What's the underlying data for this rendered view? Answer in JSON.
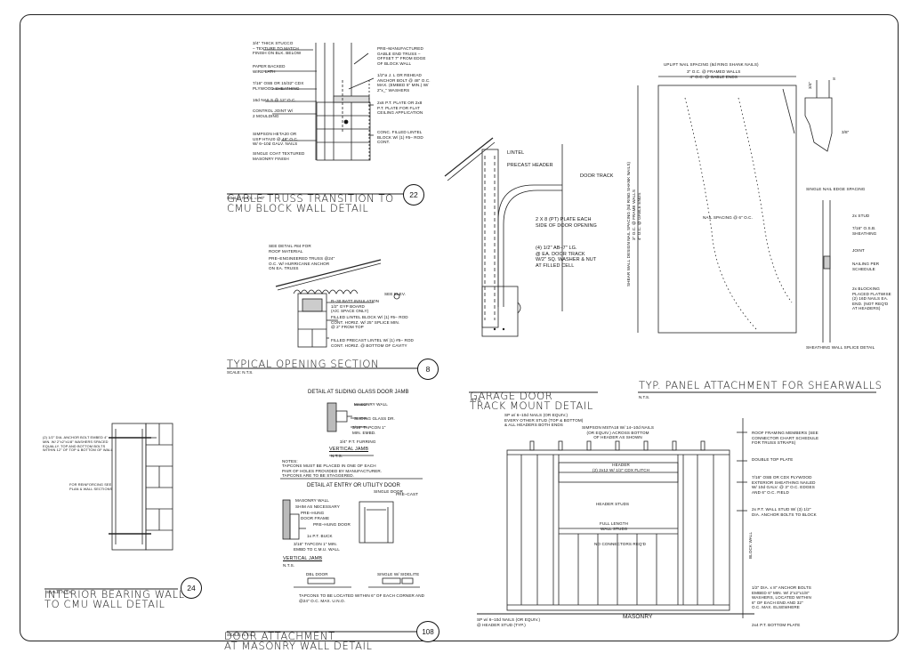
{
  "gable": {
    "title_lines": [
      "GABLE TRUSS TRANSITION TO",
      "CMU BLOCK WALL DETAIL"
    ],
    "scale": "SCALE: N.T.S. =1'-0\"",
    "number": "22",
    "left_notes": [
      "3/4\" THICK STUCCO\n– TEXTURE TO MATCH\nFINISH ON BLK. BELOW",
      "PAPER BACKED\nWIRE LATH",
      "7/16\" OSB OR 15/32\" CDX\nPLYWOOD SHEATHING",
      "16d NAILS @ 12\" O.C.",
      "CONTROL JOINT W/\n2 MOULDING",
      "SIMPSON HETA20 OR\nUSP HTA20 @ 48\" O.C.\nW/ 6–10d GALV. NAILS",
      "SINGLE COAT TEXTURED\nMASONRY FINISH"
    ],
    "right_notes": [
      "PRE–MANUFACTURED\nGABLE END TRUSS –\nOFFSET 7\" FROM EDGE\nOF BLOCK WALL",
      "1/2\"ø J. L OR REHEAD\nANCHOR BOLT @ 48\" O.C.\nMAX. (EMBED 5\" MIN.) W/\n2\"x_\" WASHERS",
      "2x6 P.T. PLATE OR 2x8\nP.T. PLATE FOR FLAT\nCEILING APPLICATION",
      "CONC. FILLED LINTEL\nBLOCK W/ (1) #5– ROD\nCONT."
    ]
  },
  "opening": {
    "title": "TYPICAL OPENING SECTION",
    "scale": "SCALE: N.T.S.",
    "number": "8",
    "notes": [
      "SEE DETAIL #84 FOR\nROOF MATERIAL",
      "PRE–ENGINEERED TRUSS @24\"\nO.C. W/ HURRICANE ANCHOR\nON EA. TRUSS",
      "SEE ELEV.",
      "R–30 BATT INSULATION\n1/2\" GYP BOARD\n(A/C SPACE ONLY)",
      "FILLED LINTEL BLOCK W/ (1) #5– ROD\nCONT. HORIZ. W/ 25\" SPLICE MIN.\n@ 2\" FROM TOP",
      "FILLED PRECAST LINTEL W/ (1) #5– ROD\nCONT. HORIZ. @ BOTTOM OF CAVITY"
    ]
  },
  "door": {
    "sliding_header": "DETAIL AT SLIDING GLASS DOOR JAMB",
    "sliding_notes": [
      "MASONRY WALL",
      "SLIDING GLASS DR.",
      "3/16\" TAPCON 1\"\nMIN. EMBD.",
      "3/4\" P.T. FURRING"
    ],
    "vertical_jamb": "VERTICAL JAMB",
    "nts": "N.T.S.",
    "notes_label": "NOTES:",
    "notes_text": "TAPCONS MUST BE PLACED IN ONE OF EACH\nPAIR OF HOLES PROVIDED BY MANUFACTURER.\nTAPCONS ARE TO BE STAGGERED.",
    "entry_header": "DETAIL AT ENTRY OR UTILITY DOOR",
    "entry_notes": [
      "MASONRY WALL",
      "SHIM AS NECESSARY",
      "PRE–HUNG\nDOOR FRAME",
      "PRE–HUNG DOOR",
      "1x P.T. BUCK",
      "3/16\" TAPCON 1\" MIN.\nEMBD TO C.M.U. WALL"
    ],
    "single_door": "SINGLE DOOR",
    "pre_cast": "PRE–CAST",
    "dbl_door": "DBL DOOR",
    "single_sidelite": "SINGLE W/ SIDELITE",
    "tapcon_note": "TAPCONS TO BE LOCATED WITHIN 6\" OF EACH CORNER AND\n@24\" O.C. MAX. U.N.O.",
    "title_lines": [
      "DOOR ATTACHMENT",
      "AT MASONRY WALL DETAIL"
    ],
    "scale": "SCALE: N.T.S.",
    "number": "108"
  },
  "bearing": {
    "left_note": "(2) 1/2\" DIA. ANCHOR BOLT EMBED 4\"\nMIN. W/ 2\"x2\"x1/8\" WASHERS SPACED\nEQUALLY. TOP AND BOTTOM BOLTS\nWITHIN 12\" OF TOP & BOTTOM OF WALL",
    "left_note2": "FOR REINFORCING SEE\nPLAN & WALL SECTIONS",
    "title_lines": [
      "INTERIOR BEARING WALL",
      "TO CMU WALL DETAIL"
    ],
    "scale": "SCALE: N.T.S",
    "number": "24"
  },
  "garage": {
    "title_lines": [
      "GARAGE DOOR",
      "TRACK MOUNT DETAIL"
    ],
    "nts": "N.T.S.",
    "notes": [
      "LINTEL",
      "PRECAST HEADER",
      "DOOR TRACK",
      "2 X 8 (PT) PLATE EACH\nSIDE OF DOOR OPENING",
      "(4) 1/2\" AB–7\" LG.\n@ EA. DOOR TRACK\nW/2\" SQ. WASHER & NUT\nAT FILLED CELL"
    ]
  },
  "shear": {
    "top_label": "UPLIFT NAIL SPACING (8d RING SHANK NAILS)",
    "top_sub": "3\" O.C. @ FRAMED WALLS\n4\" O.C. @ GABLE ENDS",
    "side_label": "SHEAR WALL DESIGN NAIL SPACING (8d RING SHANK NAILS)",
    "side_sub": "3\" O.C. @ FRAME WALLS\n4\" O.C. @ GABLE ENDS",
    "field_note": "NAIL SPACING @ 6\" O.C.",
    "edge_dim_a": "3/4\"",
    "edge_dim_b": "S",
    "edge_dim_c": "3/8\"",
    "edge_title": "SINGLE NAIL EDGE SPACING",
    "splice_notes": [
      "2x STUD",
      "7/16\" O.S.B.\nSHEATHING",
      "JOINT",
      "NAILING PER\nSCHEDULE",
      "2x BLOCKING\nPLACED FLATWISE\n(2) 16D NAILS EA.\nEND. (NOT REQ'D\nAT HEADERS)"
    ],
    "splice_title": "SHEATHING WALL SPLICE DETAIL",
    "title": "TYP. PANEL ATTACHMENT FOR SHEARWALLS",
    "nts": "N.T.S."
  },
  "frame": {
    "notes_left": [
      "SP w/ 6–10d NAILS (OR EQUIV.)\nEVERY OTHER STUD (TOP & BOTTOM)\n& ALL HEADERS BOTH ENDS",
      "SIMPSON MSTA18 W/ 14–10d NAILS\n(OR EQUIV.) ACROSS BOTTOM\nOF HEADER AS SHOWN"
    ],
    "header": "HEADER\n(2) 2x12 W/ 1/2\" CDX FLITCH",
    "header_studs": "HEADER STUDS",
    "full_length": "FULL LENGTH\nWALL STUDS",
    "no_connectors": "NO CONNECTORS REQ'D",
    "bottom_note": "SP w/ 6–10d NAILS (OR EQUIV.)\n@ HEADER STUD (TYP.)",
    "masonry": "MASONRY",
    "block_wall": "BLOCK WALL",
    "right_notes": [
      "ROOF FRAMING MEMBERS (SEE\nCONNECTOR CHART SCHEDULE\nFOR TRUSS STRAPS)",
      "DOUBLE TOP PLATE",
      "7/16\" OSB OR CDX PLYWOOD\nEXTERIOR SHEATHING NAILED\nW/ 10d GALV. @ 3\" O.C. EDGES\nAND 6\" O.C. FIELD",
      "2x P.T. WALL STUD W/ (3) 1/2\"\nDIA. ANCHOR BOLTS TO BLOCK",
      "1/2\" DIA. x 8\" ANCHOR BOLTS\nEMBED 6\" MIN. W/ 2\"x2\"x1/8\"\nWASHERS, LOCATED WITHIN\n6\" OF EACH END AND 32\"\nO.C. MAX. ELSEWHERE",
      "2x4 P.T. BOTTOM PLATE"
    ]
  }
}
